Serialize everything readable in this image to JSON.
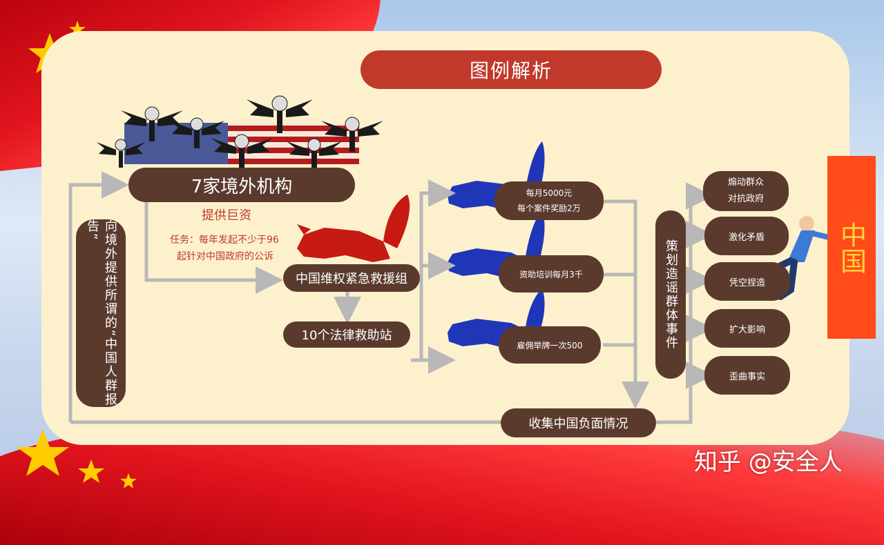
{
  "title": "图例解析",
  "nodes": {
    "foreign_orgs": "7家境外机构",
    "funding": "提供巨资",
    "task_line1": "任务：每年发起不少于96",
    "task_line2": "起针对中国政府的公诉",
    "rescue_group": "中国维权紧急救援组",
    "legal_stations": "10个法律救助站",
    "report": "向境外提供所谓的“中国人群报告”",
    "collect": "收集中国负面情况",
    "fabricate": "策划造谣群体事件"
  },
  "payments": [
    {
      "line1": "每月5000元",
      "line2": "每个案件奖励2万"
    },
    {
      "line1": "资助培训每月3千",
      "line2": ""
    },
    {
      "line1": "雇佣举牌一次500",
      "line2": ""
    }
  ],
  "outcomes": [
    {
      "line1": "煽动群众",
      "line2": "对抗政府"
    },
    {
      "line1": "激化矛盾",
      "line2": ""
    },
    {
      "line1": "凭空捏造",
      "line2": ""
    },
    {
      "line1": "扩大影响",
      "line2": ""
    },
    {
      "line1": "歪曲事实",
      "line2": ""
    }
  ],
  "china_label": "中国",
  "watermark": "知乎 @安全人",
  "colors": {
    "pill": "#5b3a2e",
    "title_bar": "#c0392b",
    "panel": "#fdf1cd",
    "arrow": "#b8b8b8",
    "china_box": "#ff4a1a",
    "china_text": "#ffd23a"
  }
}
